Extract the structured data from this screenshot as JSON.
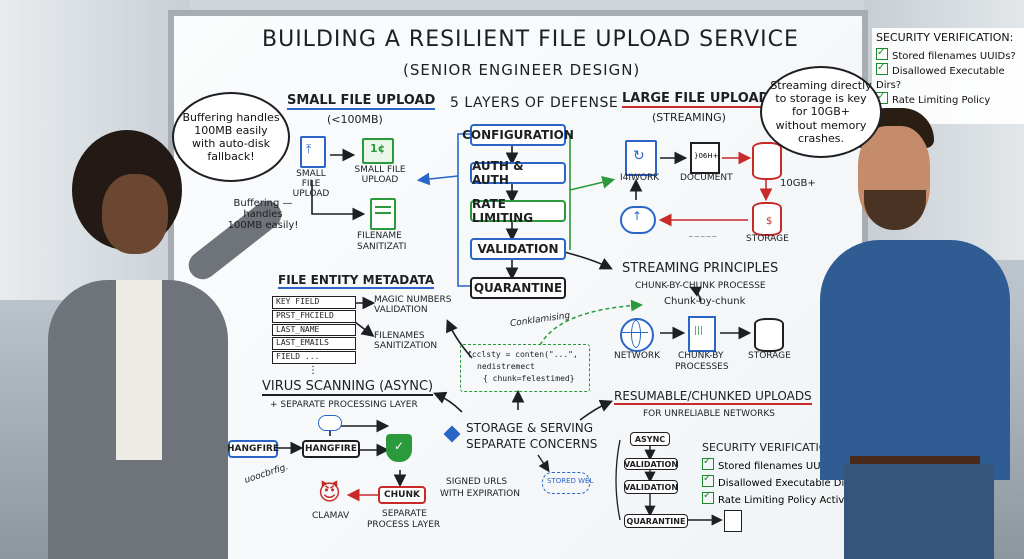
{
  "title": "BUILDING A RESILIENT FILE UPLOAD SERVICE",
  "subtitle": "(SENIOR ENGINEER DESIGN)",
  "small_upload": {
    "heading": "SMALL FILE UPLOAD",
    "limit": "(<100MB)",
    "icon1": "SMALL FILE UPLOAD",
    "icon2": "SMALL FILE UPLOAD",
    "icon3a": "FILENAME",
    "icon3b": "SANITIZATI",
    "icon2_stamp": "1¢"
  },
  "layers": {
    "heading": "5 LAYERS OF DEFENSE",
    "items": [
      "CONFIGURATION",
      "AUTH & AUTH",
      "RATE LIMITING",
      "VALIDATION",
      "QUARANTINE"
    ]
  },
  "large_upload": {
    "heading": "LARGE FILE UPLOAD",
    "sub": "(STREAMING)",
    "n1": "I4IWORK",
    "n2": "DOCUMENT",
    "n3": "10GB+",
    "n4": "STORAGE",
    "doc_label": "}06H+",
    "scribble": "~~~~~"
  },
  "metadata": {
    "heading": "FILE ENTITY METADATA",
    "fields": [
      "KEY FIELD",
      "PRST_FHCIELD",
      "LAST_NAME",
      "LAST_EMAILS",
      "FIELD ..."
    ],
    "ellipsis": "⋮",
    "labels": [
      "MAGIC NUMBERS VALIDATION",
      "FILENAMES SANITIZATION"
    ]
  },
  "streaming": {
    "heading": "STREAMING PRINCIPLES",
    "sub": "CHUNK-BY-CHUNK PROCESSE",
    "chunk_label": "Chunk-by-chunk",
    "nodes": [
      "NETWORK",
      "CHUNK-BY",
      "PROCESSES",
      "STORAGE"
    ],
    "doc_label": "|||"
  },
  "code": {
    "tag": "Conklamising",
    "line1": "fcclsty = conten(\"...\",",
    "line2": "nedistremect",
    "line3": "{  chunk=felestimed}"
  },
  "virus": {
    "heading": "VIRUS SCANNING (ASYNC)",
    "sub": "+ SEPARATE PROCESSING LAYER",
    "hangfire1": "HANGFIRE",
    "hangfire2": "HANGFIRE",
    "chunk": "CHUNK",
    "clamav": "CLAMAV",
    "sep1": "SEPARATE",
    "sep2": "PROCESS LAYER",
    "scribble": "uoocbrfig."
  },
  "storage": {
    "l1": "STORAGE & SERVING",
    "l2": "SEPARATE CONCERNS",
    "signed1": "SIGNED URLS",
    "signed2": "WITH EXPIRATION",
    "pill": "STORED WEL"
  },
  "resumable": {
    "heading": "RESUMABLE/CHUNKED UPLOADS",
    "sub": "FOR UNRELIABLE NETWORKS",
    "boxes": [
      "ASYNC",
      "VALIDATION",
      "VALIDATION",
      "QUARANTINE"
    ]
  },
  "security_board": {
    "heading": "SECURITY VERIFICATION:",
    "items": [
      "Stored filenames UUIDs?",
      "Disallowed Executable Dirs?",
      "Rate Limiting Policy Active?"
    ]
  },
  "security_corner": {
    "heading": "SECURITY VERIFICATION:",
    "items": [
      "Stored filenames UUIDs?",
      "Disallowed Executable Dirs?",
      "Rate Limiting Policy Active?"
    ]
  },
  "bubble_left": "Buffering handles 100MB easily with auto-disk fallback!",
  "bubble_right": "Streaming directly to storage is key for 10GB+ without memory crashes.",
  "note_left": "Buffering — handles 100MB easily!",
  "colors": {
    "blue": "#2a66c8",
    "red": "#c82a2a",
    "green": "#2a9a3c",
    "ink": "#1d1f22"
  }
}
